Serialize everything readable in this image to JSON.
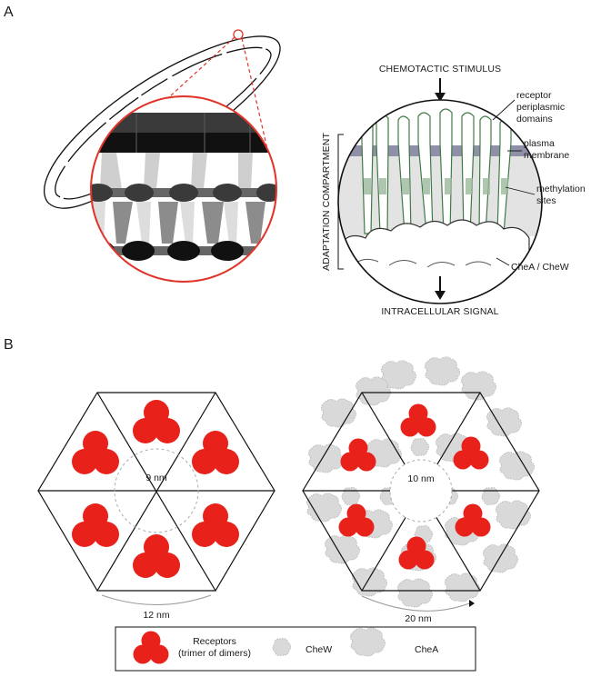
{
  "panels": {
    "a": "A",
    "b": "B"
  },
  "panel_a": {
    "stimulus_label": "CHEMOTACTIC STIMULUS",
    "signal_label": "INTRACELLULAR SIGNAL",
    "compartment_label": "ADAPTATION COMPARTMENT",
    "callouts": {
      "receptor_line1": "receptor",
      "receptor_line2": "periplasmic",
      "receptor_line3": "domains",
      "membrane_line1": "plasma",
      "membrane_line2": "membrane",
      "methylation_line1": "methylation",
      "methylation_line2": "sites",
      "chea_chew": "CheA / CheW"
    }
  },
  "panel_b": {
    "left_inner": "9 nm",
    "left_outer": "12 nm",
    "right_inner": "10 nm",
    "right_outer": "20 nm"
  },
  "legend": {
    "receptors_line1": "Receptors",
    "receptors_line2": "(trimer of dimers)",
    "chew": "CheW",
    "chea": "CheA"
  },
  "colors": {
    "receptor_red": "#e8211b",
    "circle_red": "#e0352b",
    "membrane": "#8f8fa8",
    "receptor_green": "#5a8a5e",
    "cheaw_gray": "#d9d9d9"
  }
}
